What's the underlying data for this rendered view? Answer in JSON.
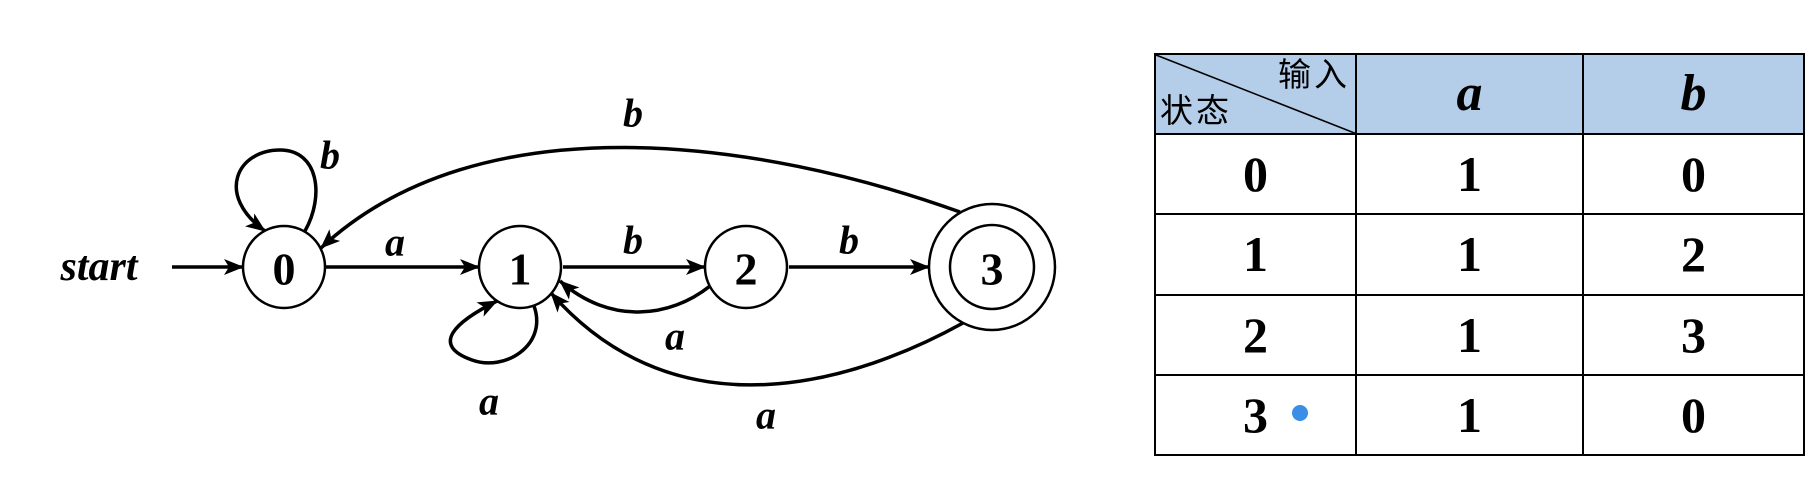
{
  "diagram": {
    "start_label": "start",
    "states": [
      {
        "label": "0",
        "accepting": false
      },
      {
        "label": "1",
        "accepting": false
      },
      {
        "label": "2",
        "accepting": false
      },
      {
        "label": "3",
        "accepting": true
      }
    ],
    "transitions": [
      {
        "from": "0",
        "to": "0",
        "label": "b"
      },
      {
        "from": "0",
        "to": "1",
        "label": "a"
      },
      {
        "from": "1",
        "to": "1",
        "label": "a"
      },
      {
        "from": "1",
        "to": "2",
        "label": "b"
      },
      {
        "from": "2",
        "to": "1",
        "label": "a"
      },
      {
        "from": "2",
        "to": "3",
        "label": "b"
      },
      {
        "from": "3",
        "to": "1",
        "label": "a"
      },
      {
        "from": "3",
        "to": "0",
        "label": "b"
      }
    ]
  },
  "table": {
    "corner_top": "输入",
    "corner_bottom": "状态",
    "columns": [
      "a",
      "b"
    ],
    "rows": [
      {
        "state": "0",
        "a": "1",
        "b": "0",
        "marked": false
      },
      {
        "state": "1",
        "a": "1",
        "b": "2",
        "marked": false
      },
      {
        "state": "2",
        "a": "1",
        "b": "3",
        "marked": false
      },
      {
        "state": "3",
        "a": "1",
        "b": "0",
        "marked": true
      }
    ]
  },
  "colors": {
    "header_fill": "#b4cde9",
    "marker": "#3a8ee6"
  }
}
